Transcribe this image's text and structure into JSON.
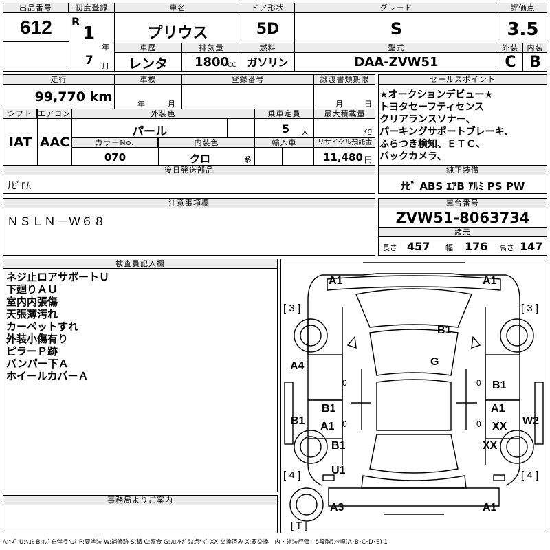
{
  "header": {
    "lot_no_label": "出品番号",
    "lot_no": "612",
    "first_reg_label": "初度登録",
    "era": "R",
    "year": "1",
    "year_unit": "年",
    "month": "7",
    "month_unit": "月",
    "car_name_label": "車名",
    "car_name": "プリウス",
    "door_label": "ドア形状",
    "door": "5D",
    "grade_label": "グレード",
    "grade": "S",
    "score_label": "評価点",
    "score": "3.5",
    "exterior_label": "外装",
    "exterior": "C",
    "interior_label": "内装",
    "interior": "B",
    "history_label": "車歴",
    "history": "レンタ",
    "displacement_label": "排気量",
    "displacement": "1800",
    "displacement_unit": "CC",
    "fuel_label": "燃料",
    "fuel": "ガソリン",
    "model_label": "型式",
    "model": "DAA-ZVW51"
  },
  "row2": {
    "mileage_label": "走行",
    "mileage": "99,770 km",
    "inspection_label": "車検",
    "insp_year": "年",
    "insp_month": "月",
    "reg_no_label": "登録番号",
    "transfer_label": "譲渡書類期限",
    "transfer_month": "月",
    "transfer_day": "日",
    "shift_label": "シフト",
    "shift": "IAT",
    "aircon_label": "エアコン",
    "aircon": "AAC",
    "ext_color_label": "外装色",
    "ext_color": "パール",
    "capacity_label": "乗車定員",
    "capacity": "5",
    "capacity_unit": "人",
    "max_load_label": "最大積載量",
    "max_load_unit": "kg",
    "color_no_label": "カラーNo.",
    "color_no": "070",
    "int_color_label": "内装色",
    "int_color": "クロ",
    "int_color_suffix": "系",
    "import_label": "輸入車",
    "recycle_label": "リサイクル預託金",
    "recycle": "11,480",
    "recycle_unit": "円",
    "later_parts_label": "後日発送部品",
    "later_parts": "ﾅﾋﾞﾛﾑ"
  },
  "sales_points": {
    "label": "セールスポイント",
    "lines": [
      "★オークションデビュー★",
      "トヨタセーフティセンス",
      "クリアランスソナー、",
      "パーキングサポートブレーキ、",
      "ふらつき検知、ＥＴＣ、",
      "バックカメラ、"
    ]
  },
  "equipment": {
    "label": "純正装備",
    "value": "ﾅﾋﾞ ABS ｴｱB ｱﾙﾐ PS PW"
  },
  "notes": {
    "label": "注意事項欄",
    "value": "ＮＳＬＮ－Ｗ６８"
  },
  "chassis": {
    "label": "車台番号",
    "value": "ZVW51-8063734",
    "spec_label": "諸元",
    "length_label": "長さ",
    "length": "457",
    "width_label": "幅",
    "width": "176",
    "height_label": "高さ",
    "height": "147"
  },
  "inspector": {
    "label": "検査員記入欄",
    "lines": [
      "ネジ止ロアサポートＵ",
      "下廻りＡＵ",
      "室内内張傷",
      "天張薄汚れ",
      "カーペットすれ",
      "外装小傷有り",
      "ピラーＰ跡",
      "バンパー下Ａ",
      "ホイールカバーＡ"
    ]
  },
  "office": {
    "label": "事務局よりご案内"
  },
  "legend": "A:ｷｽﾞ U:ﾍｺﾐ B:ｷｽﾞを伴うﾍｺﾐ P:要塗装 W:補修跡 S:錆 C:腐食 G:ﾌﾛﾝﾄｶﾞﾗｽ点ｷｽﾞ XX:交換済み X:要交換　内・外装評価　5段階ﾗﾝｸ順(A･B･C･D･E) 1",
  "diagram": {
    "marks": {
      "front_left": "A1",
      "front_right": "A1",
      "fl_tire": "[ 3 ]",
      "fr_tire": "[ 3 ]",
      "bonnet": "B1",
      "windshield": "G",
      "left_front_fender": "A4",
      "right_front_door": "B1",
      "left_front_door": "B1",
      "left_front_door2": "A1",
      "right_rear_door": "A1",
      "right_rear_door2": "XX",
      "left_sill": "B1",
      "right_quarter": "W2",
      "left_rear_door": "B1",
      "right_rear_fender": "XX",
      "rear_glass_left": "U1",
      "rl_tire": "[ 4 ]",
      "rr_tire": "[ 4 ]",
      "rear_left": "A3",
      "rear_right": "A1",
      "trunk": "[ T ]",
      "zero1": "0",
      "zero2": "0",
      "zero3": "0",
      "zero4": "0"
    }
  }
}
